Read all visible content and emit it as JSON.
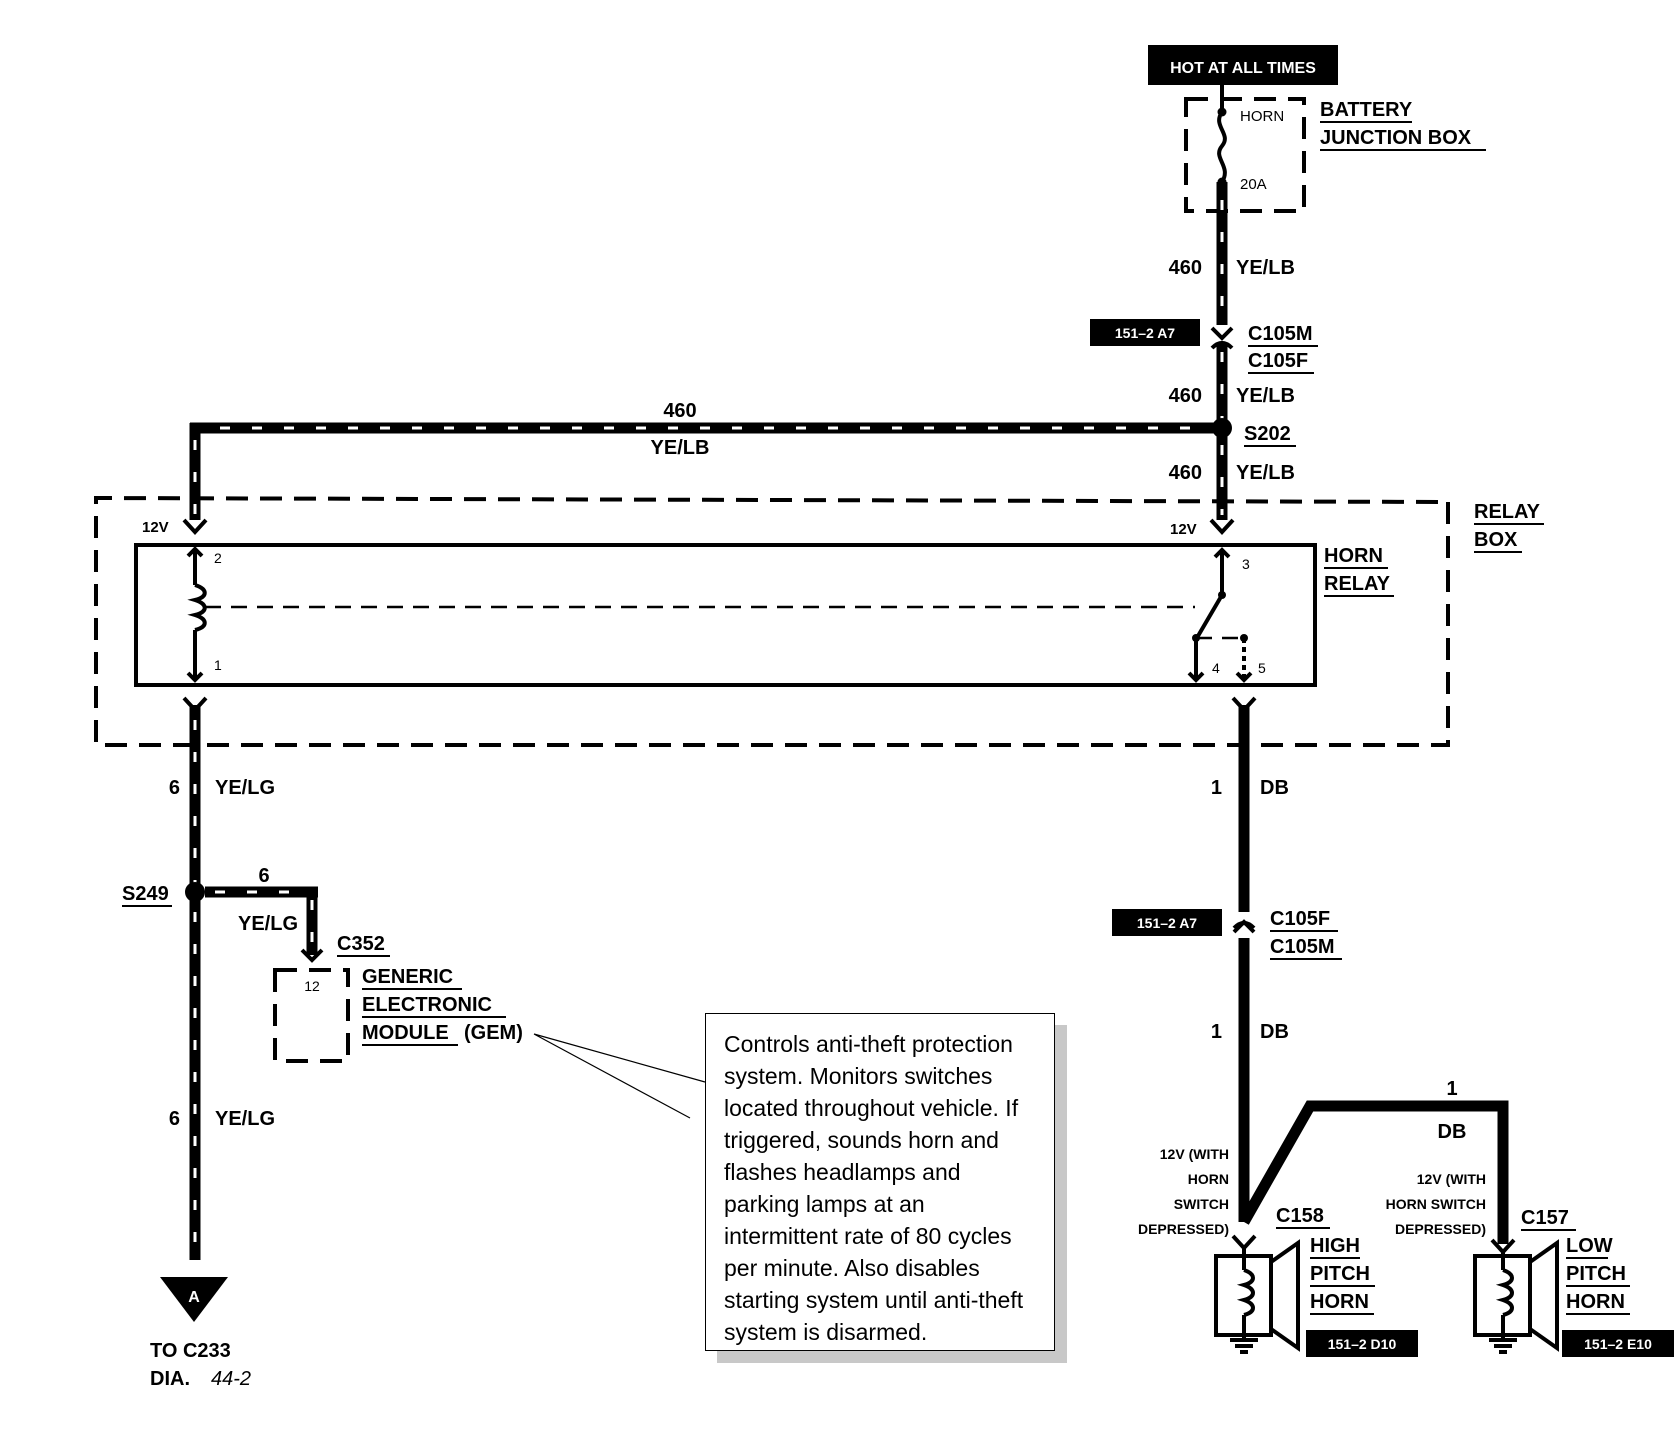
{
  "top_label": "HOT AT ALL TIMES",
  "battery_box": {
    "fuse_name": "HORN",
    "fuse_rating": "20A",
    "title_line1": "BATTERY",
    "title_line2": "JUNCTION BOX"
  },
  "circuit_460": "460",
  "color_ye_lb": "YE/LB",
  "ref_151_2_a7": "151–2 A7",
  "connector_c105m": "C105M",
  "connector_c105f": "C105F",
  "splice_s202": "S202",
  "relay_box": {
    "title_line1": "RELAY",
    "title_line2": "BOX"
  },
  "horn_relay": {
    "title_line1": "HORN",
    "title_line2": "RELAY",
    "pin_2": "2",
    "pin_1": "1",
    "pin_3": "3",
    "pin_4": "4",
    "pin_5": "5",
    "voltage": "12V"
  },
  "circuit_6": "6",
  "color_ye_lg": "YE/LG",
  "splice_s249": "S249",
  "connector_c352": "C352",
  "gem": {
    "pin": "12",
    "line1": "GENERIC",
    "line2": "ELECTRONIC",
    "line3a": "MODULE",
    "line3b": "(GEM)"
  },
  "note_text": "Controls anti-theft protection system.  Monitors switches located throughout vehicle. If triggered, sounds horn and flashes headlamps and parking lamps at an intermittent rate of 80 cycles per minute. Also disables starting system until anti-theft system is disarmed.",
  "offpage": {
    "marker": "A",
    "line1": "TO C233",
    "line2a": "DIA.",
    "line2b": "44-2"
  },
  "circuit_1": "1",
  "color_db": "DB",
  "high_horn": {
    "connector": "C158",
    "volt_line1": "12V (WITH",
    "volt_line2": "HORN",
    "volt_line3": "SWITCH",
    "volt_line4": "DEPRESSED)",
    "title_line1": "HIGH",
    "title_line2": "PITCH",
    "title_line3": "HORN",
    "ref": "151–2 D10"
  },
  "low_horn": {
    "connector": "C157",
    "volt_line1": "12V (WITH",
    "volt_line2": "HORN SWITCH",
    "volt_line3": "DEPRESSED)",
    "title_line1": "LOW",
    "title_line2": "PITCH",
    "title_line3": "HORN",
    "ref": "151–2 E10"
  }
}
